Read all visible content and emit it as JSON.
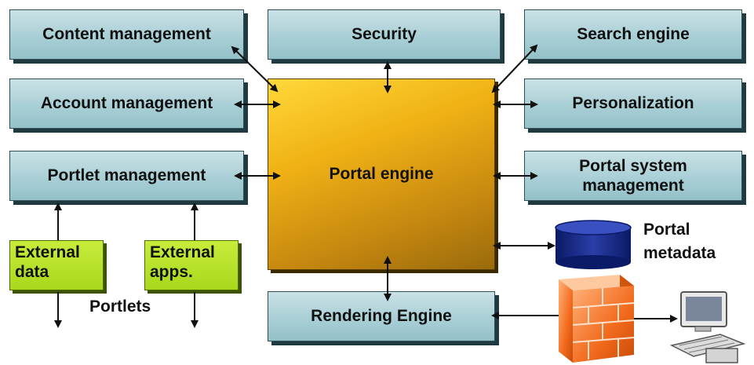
{
  "boxes": {
    "content_management": "Content management",
    "security": "Security",
    "search_engine": "Search engine",
    "account_management": "Account management",
    "personalization": "Personalization",
    "portlet_management": "Portlet management",
    "portal_system_management_1": "Portal system",
    "portal_system_management_2": "management",
    "rendering_engine": "Rendering Engine"
  },
  "engine": {
    "label": "Portal engine"
  },
  "externals": {
    "data_1": "External",
    "data_2": "data",
    "apps_1": "External",
    "apps_2": "apps."
  },
  "portlets_label": "Portlets",
  "metadata": {
    "line1": "Portal",
    "line2": "metadata"
  },
  "icons": [
    "database-icon",
    "firewall-icon",
    "computer-icon"
  ]
}
